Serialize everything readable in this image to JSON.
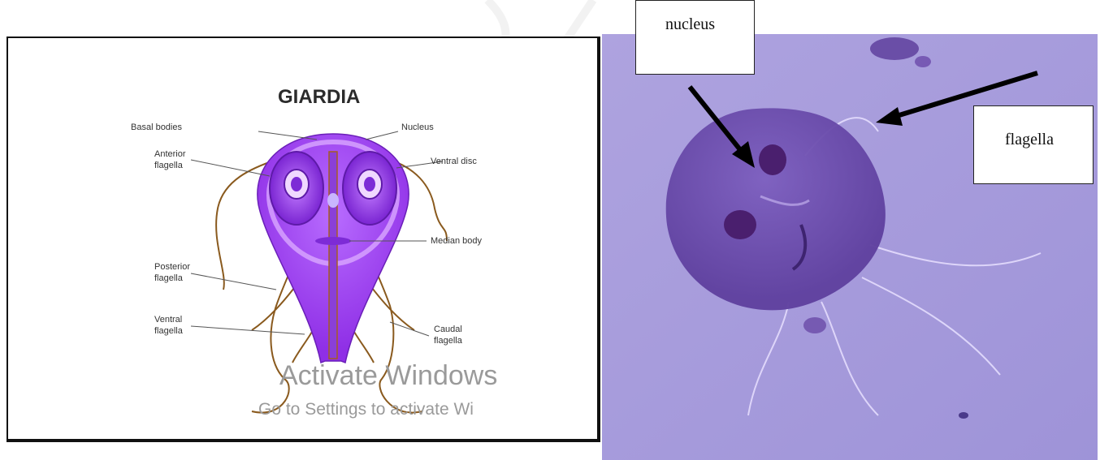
{
  "diagram": {
    "title": "GIARDIA",
    "labels": {
      "basal_bodies": "Basal bodies",
      "nucleus": "Nucleus",
      "anterior_flagella_1": "Anterior",
      "anterior_flagella_2": "flagella",
      "ventral_disc": "Ventral disc",
      "median_body": "Median body",
      "posterior_flagella_1": "Posterior",
      "posterior_flagella_2": "flagella",
      "ventral_flagella_1": "Ventral",
      "ventral_flagella_2": "flagella",
      "caudal_flagella_1": "Caudal",
      "caudal_flagella_2": "flagella"
    },
    "watermark_line1": "Activate Windows",
    "watermark_line2": "Go to Settings to activate Wi"
  },
  "micrograph": {
    "callouts": {
      "nucleus": "nucleus",
      "flagella": "flagella"
    }
  },
  "colors": {
    "body_purple": "#a64cf2",
    "disc_purple": "#7d2bd6",
    "flagella_brown": "#8a5a1e",
    "stain_violet": "#9a86d6"
  }
}
